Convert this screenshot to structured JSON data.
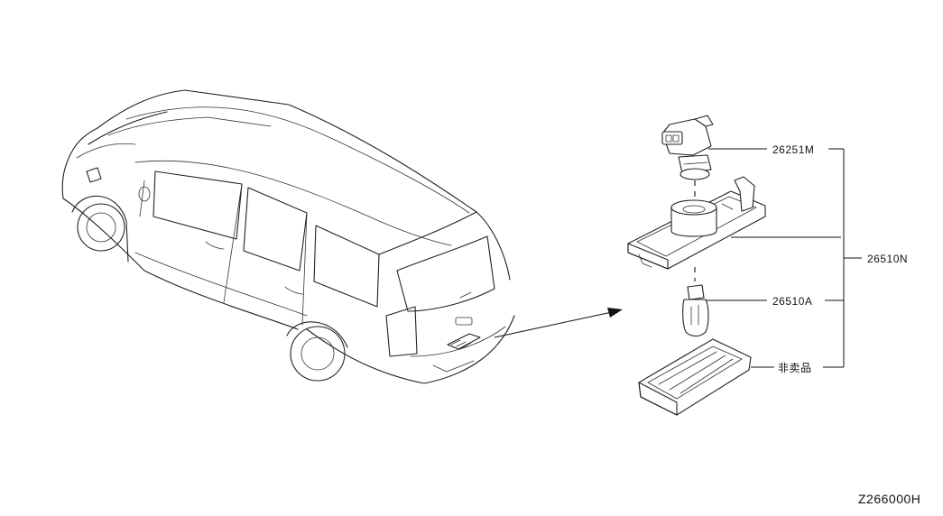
{
  "parts": [
    {
      "id": "socket",
      "number": "26251M"
    },
    {
      "id": "lamp-assembly",
      "number": "26510N"
    },
    {
      "id": "bulb",
      "number": "26510A"
    },
    {
      "id": "lens",
      "number": "非卖品"
    }
  ],
  "diagram_code": "Z266000H"
}
